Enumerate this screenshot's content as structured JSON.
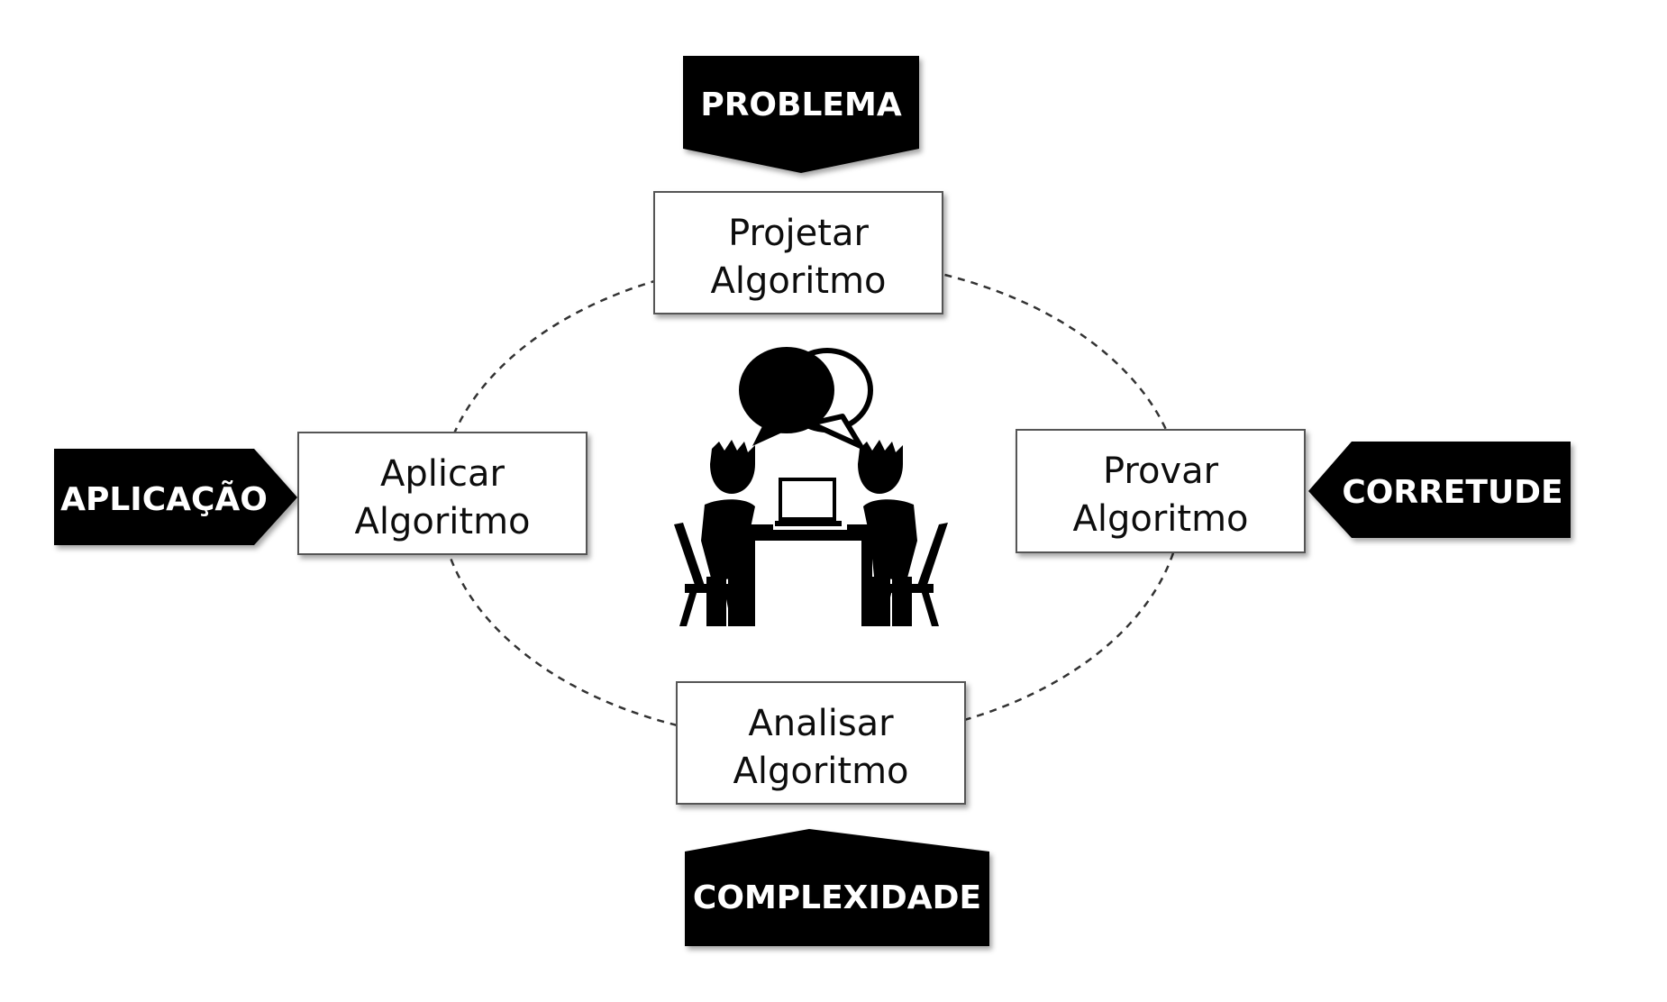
{
  "steps": {
    "design": {
      "line1": "Projetar",
      "line2": "Algoritmo"
    },
    "apply": {
      "line1": "Aplicar",
      "line2": "Algoritmo"
    },
    "prove": {
      "line1": "Provar",
      "line2": "Algoritmo"
    },
    "analyze": {
      "line1": "Analisar",
      "line2": "Algoritmo"
    }
  },
  "tags": {
    "problem": "PROBLEMA",
    "application": "APLICAÇÃO",
    "correctness": "CORRETUDE",
    "complexity": "COMPLEXIDADE"
  },
  "icons": {
    "center": "two-people-talking-at-table-icon"
  }
}
